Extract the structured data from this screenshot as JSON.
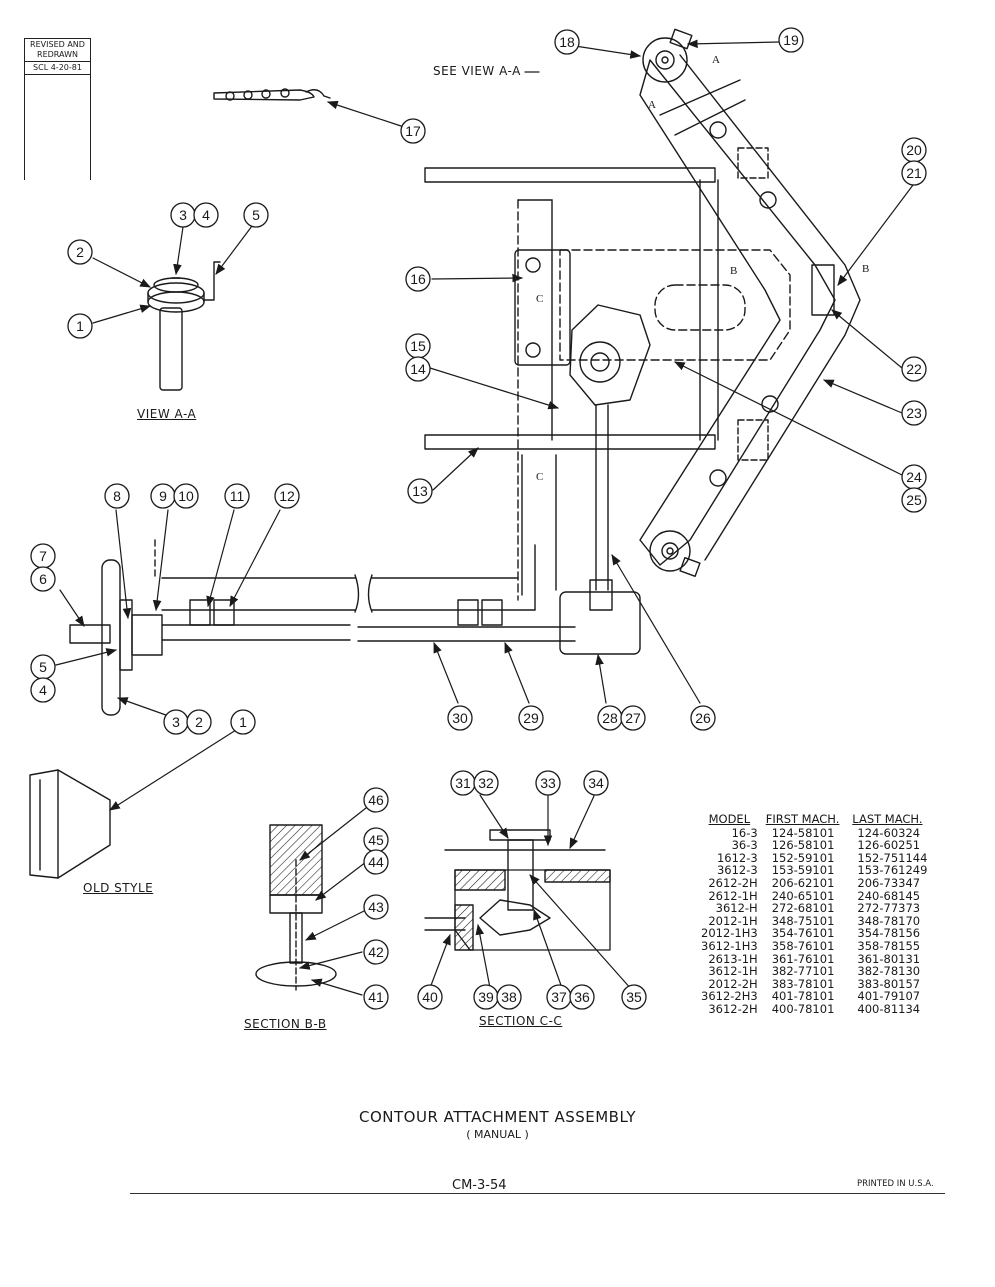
{
  "revision_box": {
    "line1": "REVISED AND",
    "line2": "REDRAWN",
    "line3": "SCL 4-20-81"
  },
  "labels": {
    "see_view": "SEE VIEW A-A",
    "view_aa": "VIEW A-A",
    "old_style": "OLD STYLE",
    "section_bb": "SECTION B-B",
    "section_cc": "SECTION C-C",
    "letter_a": "A",
    "letter_b": "B",
    "letter_c": "C"
  },
  "callouts": [
    "1",
    "2",
    "3",
    "4",
    "5",
    "6",
    "7",
    "8",
    "9",
    "10",
    "11",
    "12",
    "13",
    "14",
    "15",
    "16",
    "17",
    "18",
    "19",
    "20",
    "21",
    "22",
    "23",
    "24",
    "25",
    "26",
    "27",
    "28",
    "29",
    "30",
    "31",
    "32",
    "33",
    "34",
    "35",
    "36",
    "37",
    "38",
    "39",
    "40",
    "41",
    "42",
    "43",
    "44",
    "45",
    "46"
  ],
  "table": {
    "headers": [
      "MODEL",
      "FIRST MACH.",
      "LAST MACH."
    ],
    "rows": [
      [
        "16-3",
        "124-58101",
        "124-60324"
      ],
      [
        "36-3",
        "126-58101",
        "126-60251"
      ],
      [
        "1612-3",
        "152-59101",
        "152-751144"
      ],
      [
        "3612-3",
        "153-59101",
        "153-761249"
      ],
      [
        "2612-2H",
        "206-62101",
        "206-73347"
      ],
      [
        "2612-1H",
        "240-65101",
        "240-68145"
      ],
      [
        "3612-H",
        "272-68101",
        "272-77373"
      ],
      [
        "2012-1H",
        "348-75101",
        "348-78170"
      ],
      [
        "2012-1H3",
        "354-76101",
        "354-78156"
      ],
      [
        "3612-1H3",
        "358-76101",
        "358-78155"
      ],
      [
        "2613-1H",
        "361-76101",
        "361-80131"
      ],
      [
        "3612-1H",
        "382-77101",
        "382-78130"
      ],
      [
        "2012-2H",
        "383-78101",
        "383-80157"
      ],
      [
        "3612-2H3",
        "401-78101",
        "401-79107"
      ],
      [
        "3612-2H",
        "400-78101",
        "400-81134"
      ]
    ]
  },
  "title": {
    "main": "CONTOUR ATTACHMENT ASSEMBLY",
    "sub": "( MANUAL )"
  },
  "footer": {
    "code": "CM-3-54",
    "printed": "PRINTED IN U.S.A."
  }
}
